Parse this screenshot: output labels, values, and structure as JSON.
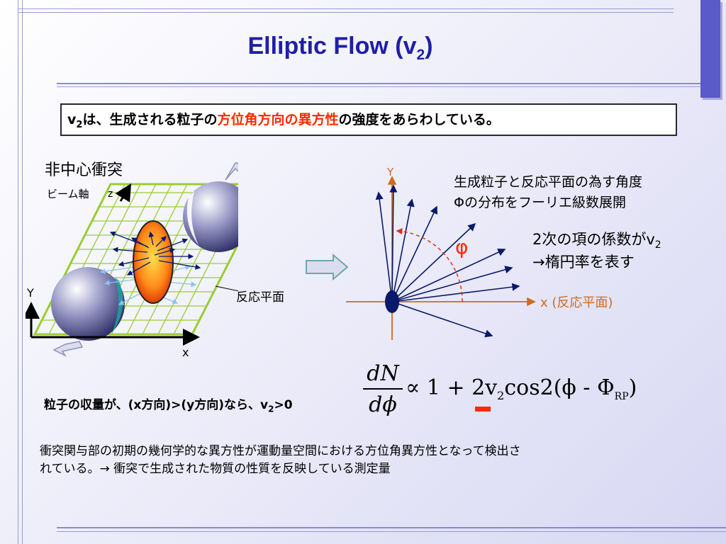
{
  "title": {
    "main": "Elliptic Flow (v",
    "sub": "2",
    "end": ")"
  },
  "headline": {
    "v": "v",
    "v_sub": "2",
    "pre": "は、生成される粒子の",
    "highlight": "方位角方向の異方性",
    "post": "の強度をあらわしている。"
  },
  "left_diagram": {
    "label_collision": "非中心衝突",
    "label_beam_axis": "ビーム軸",
    "label_z": "z",
    "label_y": "Y",
    "label_x": "x",
    "label_reaction_plane": "反応平面"
  },
  "right_diagram": {
    "label_y": "Y",
    "label_x": "x (反応平面)",
    "label_phi": "φ",
    "desc_line1": "生成粒子と反応平面の為す角度",
    "desc_line2": "Φの分布をフーリエ級数展開",
    "note_line1": "2次の項の係数がv",
    "note_sub": "2",
    "note_line2": "→楕円率を表す"
  },
  "condition": {
    "text": "粒子の収量が、(x方向)>(y方向)なら、v",
    "sub": "2",
    "end": ">0"
  },
  "formula": {
    "numerator": "dN",
    "denominator": "dϕ",
    "rhs_a": "∝ 1 + 2v",
    "rhs_sub": "2",
    "rhs_b": "cos2(ϕ - Φ",
    "rhs_rp": "RP",
    "rhs_c": ")"
  },
  "bottom": {
    "line1": "衝突関与部の初期の幾何学的な異方性が運動量空間における方位角異方性となって検出さ",
    "line2": "れている。→  衝突で生成された物質の性質を反映している測定量"
  },
  "colors": {
    "title": "#1f1fa8",
    "highlight": "#ff2a00",
    "axis_orange": "#d2691e",
    "arrow_navy": "#0a1a6a",
    "grid_green": "#9acd32",
    "accent_bar": "#5a5ac8"
  }
}
